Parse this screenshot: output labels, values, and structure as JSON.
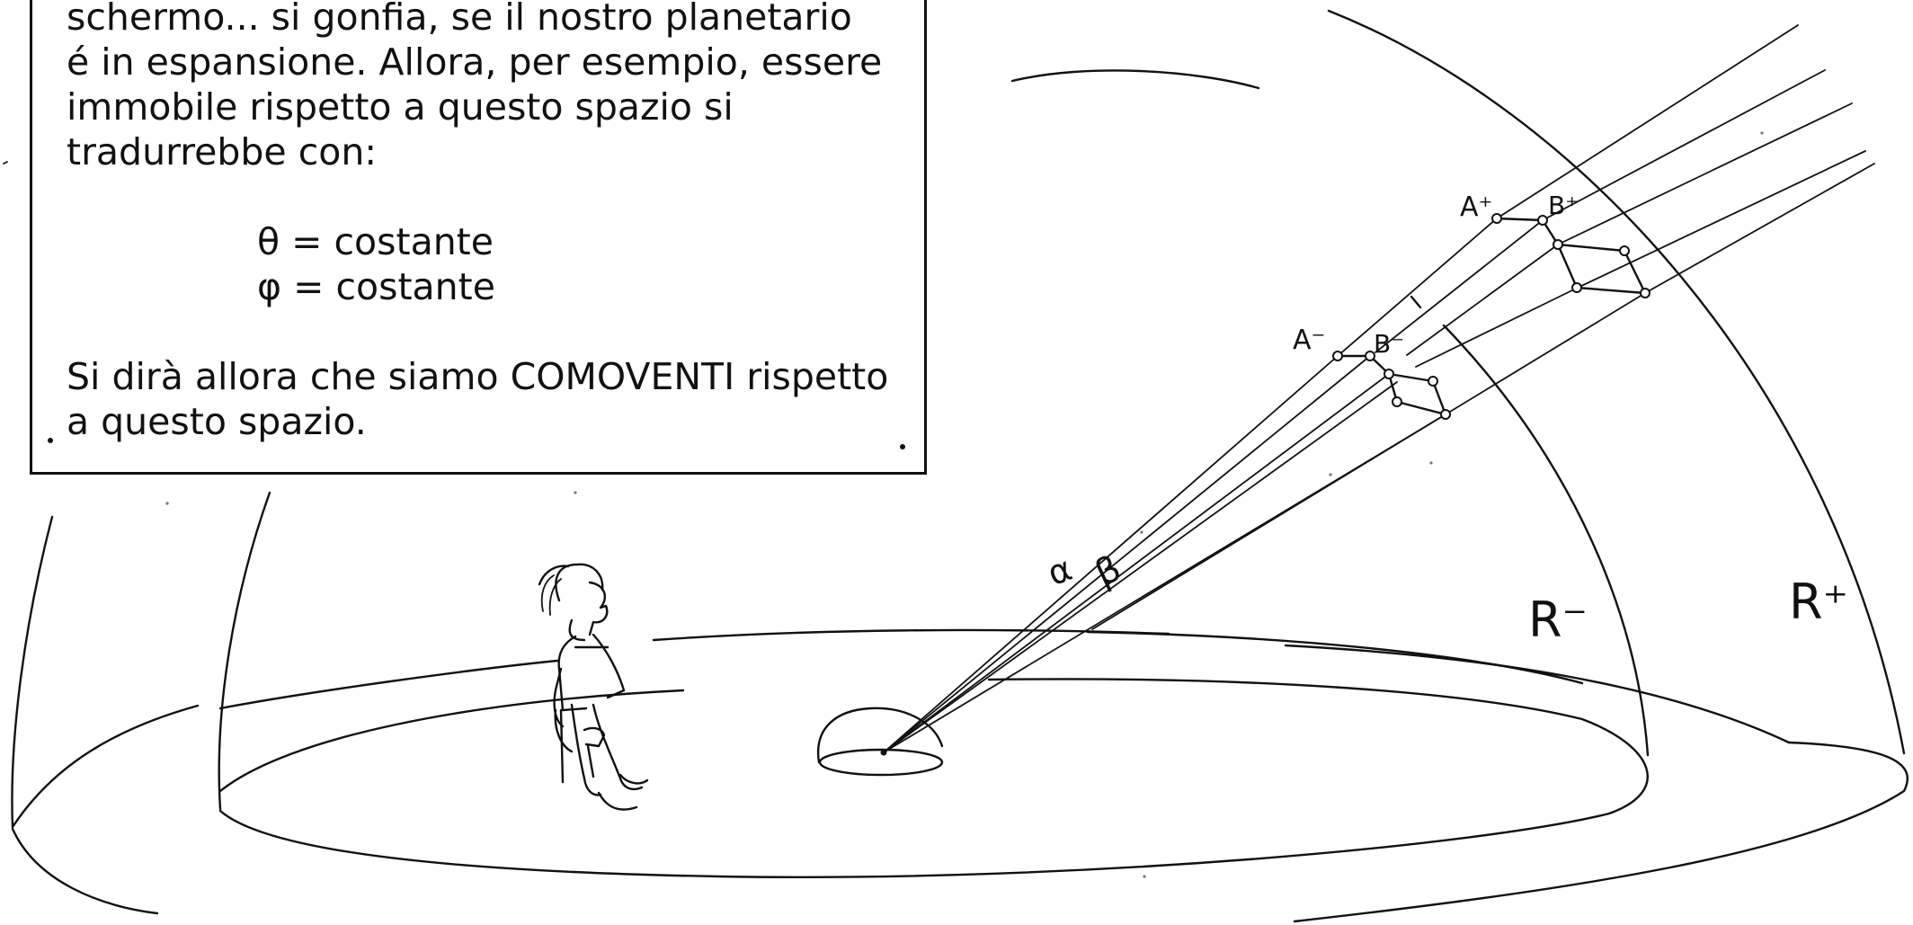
{
  "caption": {
    "lines": [
      "schermo... si gonfia, se il nostro planetario",
      "é in espansione. Allora, per esempio, essere",
      "immobile rispetto a questo spazio si",
      "tradurrebbe con:"
    ],
    "equations": [
      "θ = costante",
      "φ = costante"
    ],
    "conclusion": [
      "Si dirà allora che siamo COMOVENTI rispetto",
      "a questo spazio."
    ]
  },
  "labels": {
    "a_minus": "A⁻",
    "b_minus": "B⁻",
    "a_plus": "A⁺",
    "b_plus": "B⁺",
    "alpha": "α",
    "beta": "β",
    "r_minus": "R⁻",
    "r_plus": "R⁺"
  }
}
